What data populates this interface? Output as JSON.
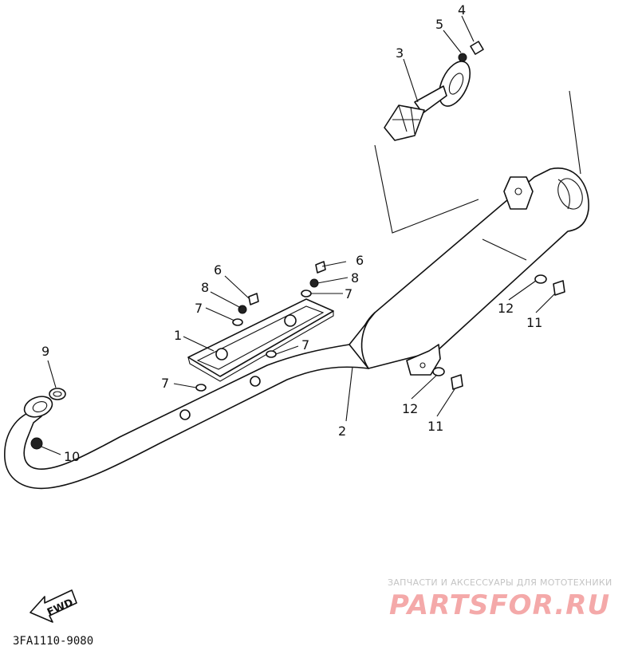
{
  "diagram": {
    "callouts": {
      "c1": "1",
      "c2": "2",
      "c3": "3",
      "c4": "4",
      "c5": "5",
      "c6a": "6",
      "c6b": "6",
      "c7a": "7",
      "c7b": "7",
      "c7c": "7",
      "c7d": "7",
      "c8a": "8",
      "c8b": "8",
      "c9": "9",
      "c10": "10",
      "c11a": "11",
      "c11b": "11",
      "c12a": "12",
      "c12b": "12"
    },
    "fwd_label": "FWD",
    "part_code": "3FA1110-9080"
  },
  "watermark": {
    "tagline": "ЗАПЧАСТИ И АКСЕССУАРЫ ДЛЯ МОТОТЕХНИКИ",
    "brand": "PARTSFOR.RU"
  },
  "colors": {
    "ink": "#111111",
    "watermark_brand": "#f4a9a9",
    "watermark_tagline": "#c4c4c4"
  }
}
